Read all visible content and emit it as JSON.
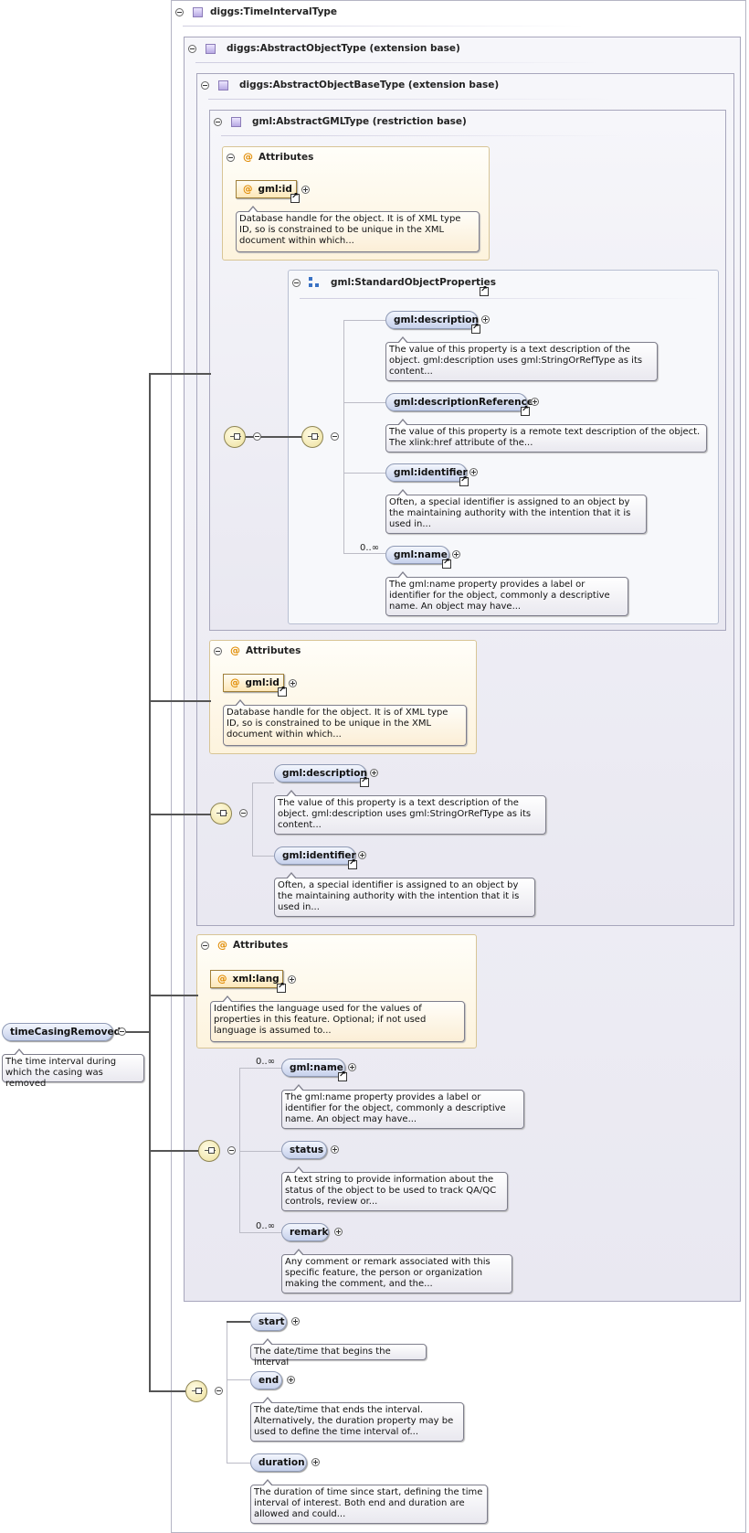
{
  "root": {
    "name": "timeCasingRemoved",
    "doc": "The time interval during which the casing was removed"
  },
  "headers": {
    "time_interval": "diggs:TimeIntervalType",
    "abstract_object": "diggs:AbstractObjectType (extension base)",
    "abstract_object_base": "diggs:AbstractObjectBaseType (extension base)",
    "abstract_gml": "gml:AbstractGMLType (restriction base)",
    "std_props": "gml:StandardObjectProperties",
    "attributes": "Attributes"
  },
  "gml_attr": {
    "name": "gml:id",
    "doc": "Database handle for the object. It is of XML type ID, so is constrained to be unique in the XML document within which..."
  },
  "std": {
    "description": {
      "name": "gml:description",
      "doc": "The value of this property is a text description of the object. gml:description uses gml:StringOrRefType as its content..."
    },
    "descriptionReference": {
      "name": "gml:descriptionReference",
      "doc": "The value of this property is a remote text description of the object. The xlink:href attribute of the..."
    },
    "identifier": {
      "name": "gml:identifier",
      "doc": "Often, a special identifier is assigned to an object by the maintaining authority with the intention that it is used in..."
    },
    "name": {
      "name": "gml:name",
      "card": "0..∞",
      "doc": "The gml:name property provides a label or identifier for the object, commonly a descriptive name. An object may have..."
    }
  },
  "base_attr": {
    "name": "gml:id",
    "doc": "Database handle for the object. It is of XML type ID, so is constrained to be unique in the XML document within which..."
  },
  "base_seq": {
    "description": {
      "name": "gml:description",
      "doc": "The value of this property is a text description of the object. gml:description uses gml:StringOrRefType as its content..."
    },
    "identifier": {
      "name": "gml:identifier",
      "doc": "Often, a special identifier is assigned to an object by the maintaining authority with the intention that it is used in..."
    }
  },
  "obj_attr": {
    "name": "xml:lang",
    "doc": "Identifies the language used for the values of properties in this feature. Optional; if not used language is assumed to..."
  },
  "obj_seq": {
    "name": {
      "name": "gml:name",
      "card": "0..∞",
      "doc": "The gml:name property provides a label or identifier for the object, commonly a descriptive name. An object may have..."
    },
    "status": {
      "name": "status",
      "doc": "A text string to provide information about the status of the object to be used to track QA/QC controls, review or..."
    },
    "remark": {
      "name": "remark",
      "card": "0..∞",
      "doc": "Any comment or remark associated with this specific feature, the person or organization making the comment, and the..."
    }
  },
  "interval_seq": {
    "start": {
      "name": "start",
      "doc": "The date/time that begins the interval"
    },
    "end": {
      "name": "end",
      "doc": "The date/time that ends the interval. Alternatively, the duration property may be used to define the time interval of..."
    },
    "duration": {
      "name": "duration",
      "doc": "The duration of time since start, defining the time interval of interest. Both end and duration are allowed and could..."
    }
  }
}
